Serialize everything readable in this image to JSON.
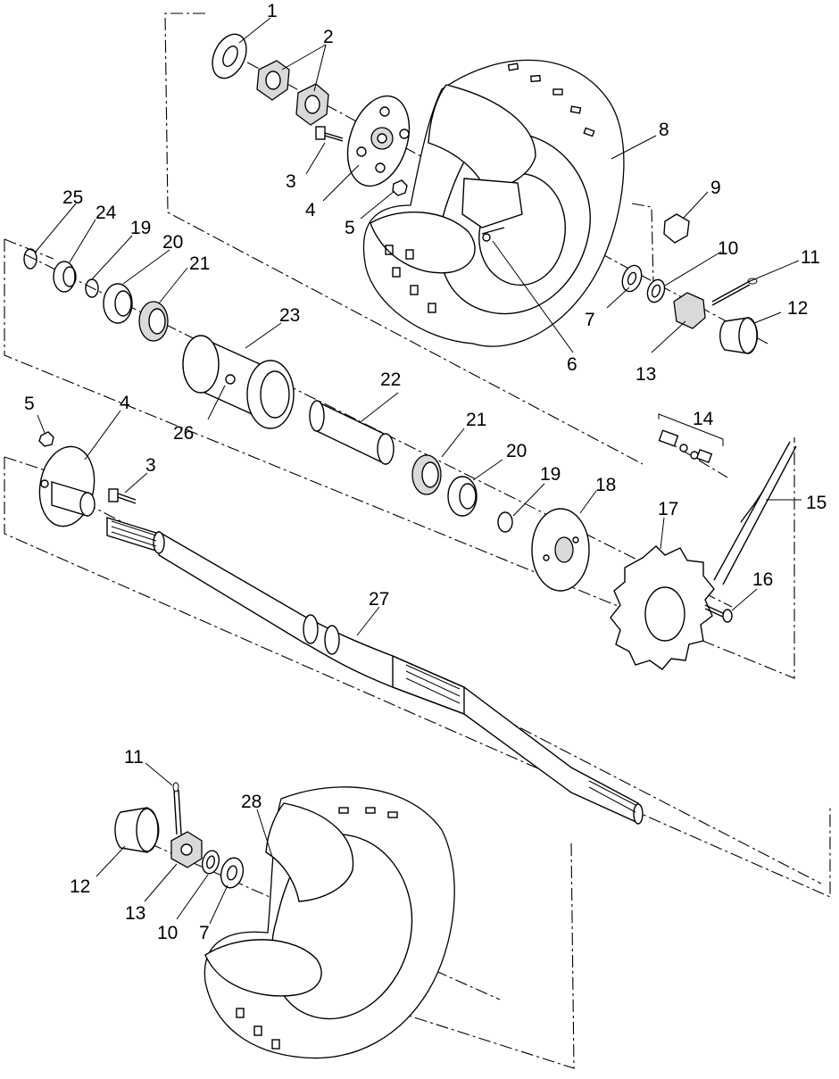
{
  "callouts": [
    {
      "id": "c1",
      "text": "1"
    },
    {
      "id": "c2",
      "text": "2"
    },
    {
      "id": "c3a",
      "text": "3"
    },
    {
      "id": "c4a",
      "text": "4"
    },
    {
      "id": "c5a",
      "text": "5"
    },
    {
      "id": "c6",
      "text": "6"
    },
    {
      "id": "c7a",
      "text": "7"
    },
    {
      "id": "c8",
      "text": "8"
    },
    {
      "id": "c9",
      "text": "9"
    },
    {
      "id": "c10a",
      "text": "10"
    },
    {
      "id": "c11a",
      "text": "11"
    },
    {
      "id": "c12a",
      "text": "12"
    },
    {
      "id": "c13a",
      "text": "13"
    },
    {
      "id": "c14",
      "text": "14"
    },
    {
      "id": "c15",
      "text": "15"
    },
    {
      "id": "c16",
      "text": "16"
    },
    {
      "id": "c17",
      "text": "17"
    },
    {
      "id": "c18",
      "text": "18"
    },
    {
      "id": "c19a",
      "text": "19"
    },
    {
      "id": "c19b",
      "text": "19"
    },
    {
      "id": "c20a",
      "text": "20"
    },
    {
      "id": "c20b",
      "text": "20"
    },
    {
      "id": "c21a",
      "text": "21"
    },
    {
      "id": "c21b",
      "text": "21"
    },
    {
      "id": "c22",
      "text": "22"
    },
    {
      "id": "c23",
      "text": "23"
    },
    {
      "id": "c24",
      "text": "24"
    },
    {
      "id": "c25",
      "text": "25"
    },
    {
      "id": "c26",
      "text": "26"
    },
    {
      "id": "c5b",
      "text": "5"
    },
    {
      "id": "c4b",
      "text": "4"
    },
    {
      "id": "c3b",
      "text": "3"
    },
    {
      "id": "c27",
      "text": "27"
    },
    {
      "id": "c11b",
      "text": "11"
    },
    {
      "id": "c28",
      "text": "28"
    },
    {
      "id": "c12b",
      "text": "12"
    },
    {
      "id": "c13b",
      "text": "13"
    },
    {
      "id": "c10b",
      "text": "10"
    },
    {
      "id": "c7b",
      "text": "7"
    }
  ]
}
